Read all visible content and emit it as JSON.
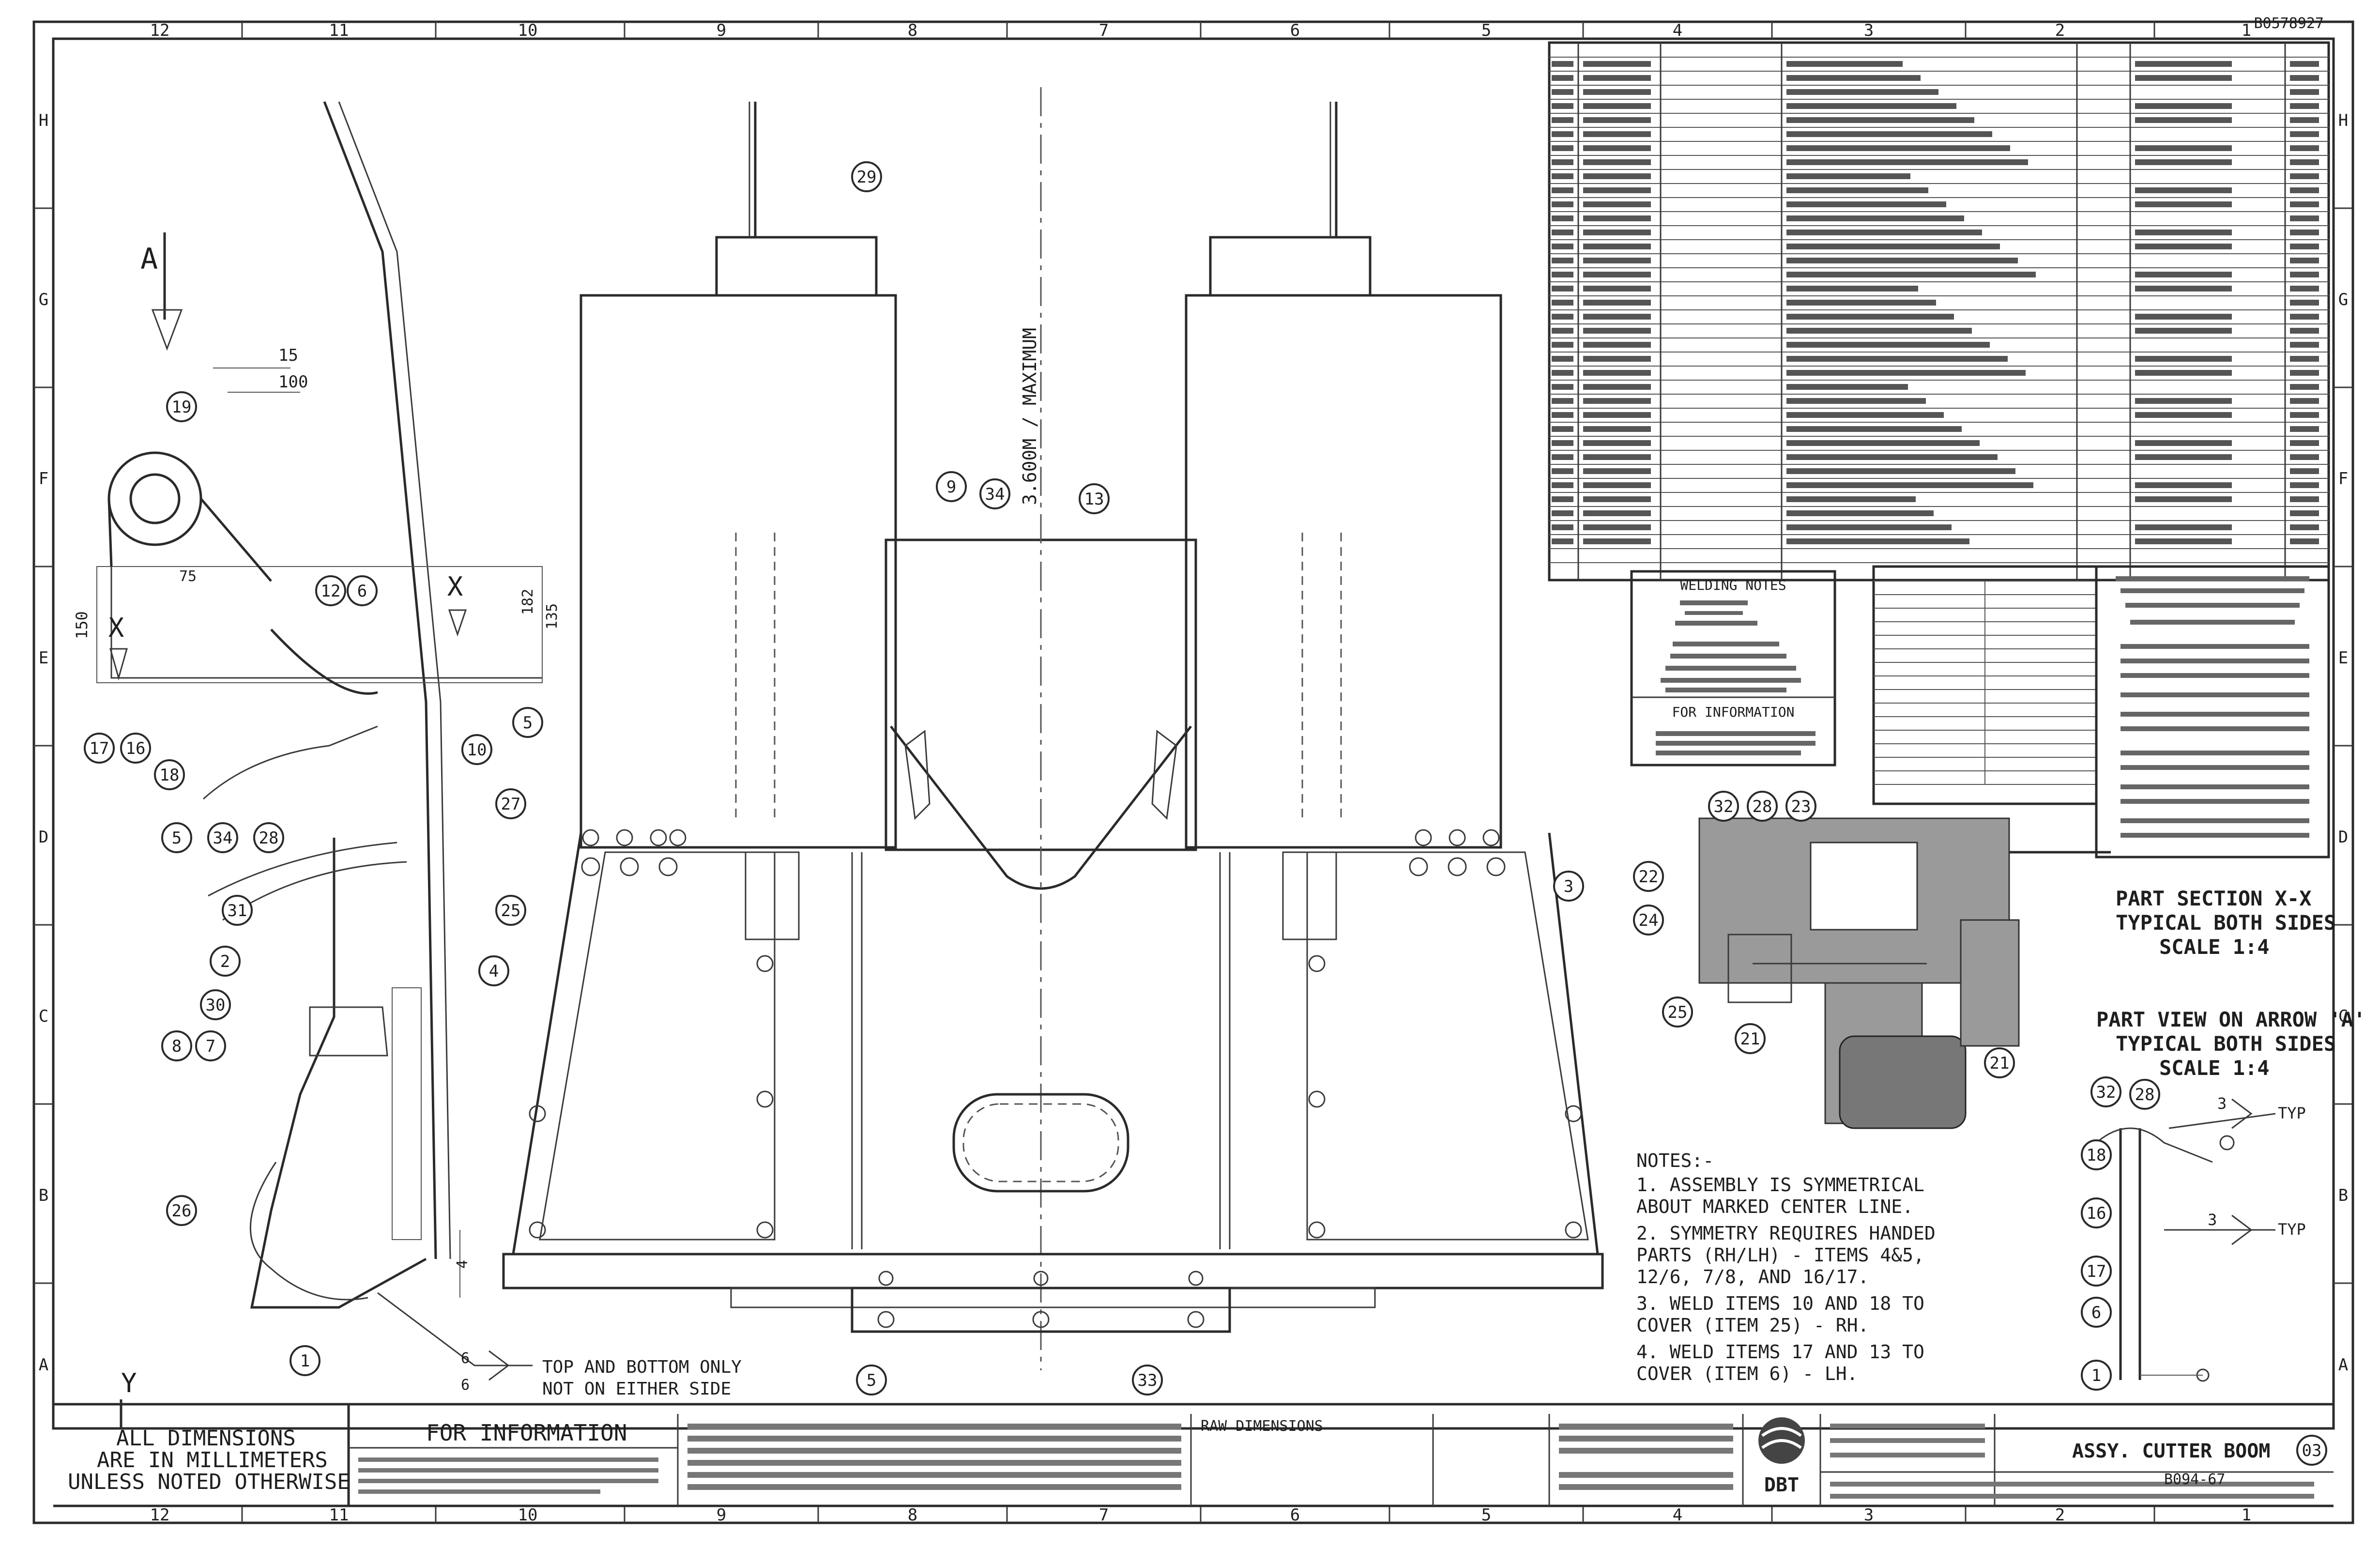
{
  "drawing_number_top": "B0578927",
  "border": {
    "columns_top": [
      "12",
      "11",
      "10",
      "9",
      "8",
      "7",
      "6",
      "5",
      "4",
      "3",
      "2",
      "1"
    ],
    "columns_bottom": [
      "12",
      "11",
      "10",
      "9",
      "8",
      "7",
      "6",
      "5",
      "4",
      "3",
      "2",
      "1"
    ],
    "rows_left": [
      "H",
      "G",
      "F",
      "E",
      "D",
      "C",
      "B",
      "A"
    ],
    "rows_right": [
      "H",
      "G",
      "F",
      "E",
      "D",
      "C",
      "B",
      "A"
    ]
  },
  "balloons": {
    "b29": "29",
    "b19": "19",
    "b12": "12",
    "b6": "6",
    "b17": "17",
    "b16": "16",
    "b18": "18",
    "b10": "10",
    "b5a": "5",
    "b34a": "34",
    "b28": "28",
    "b31": "31",
    "b2": "2",
    "b30": "30",
    "b8": "8",
    "b7": "7",
    "b26": "26",
    "b1": "1",
    "b9": "9",
    "b34b": "34",
    "b13": "13",
    "b5b": "5",
    "b27": "27",
    "b25": "25",
    "b4": "4",
    "b3": "3",
    "b5c": "5",
    "b33": "33",
    "bs32": "32",
    "bs28": "28",
    "bs23": "23",
    "bs22": "22",
    "bs24": "24",
    "bs25": "25",
    "bs21a": "21",
    "bs21b": "21",
    "bv32": "32",
    "bv28": "28",
    "bv18": "18",
    "bv16": "16",
    "bv17": "17",
    "bv6": "6",
    "bv1": "1",
    "bc": "03"
  },
  "view_labels": {
    "arrow_a_top": "A",
    "arrow_a_bot": "A",
    "section_x_left": "X",
    "section_x_right": "X",
    "centerline_text": "3.600M / MAXIMUM",
    "dim_15": "15",
    "dim_100": "100",
    "dim_150": "150",
    "dim_182": "182",
    "dim_75": "75",
    "dim_135": "135",
    "dim_4": "4",
    "weld_note_1": "TOP AND BOTTOM ONLY",
    "weld_note_2": "NOT ON EITHER SIDE",
    "weld_6a": "6",
    "weld_6b": "6",
    "weld_3a": "3",
    "weld_3b": "3",
    "typ_a": "TYP",
    "typ_b": "TYP",
    "y_mark": "Y"
  },
  "section_xx": {
    "line1": "PART SECTION  X-X",
    "line2": "TYPICAL BOTH SIDES",
    "line3": "SCALE  1:4"
  },
  "view_a": {
    "line1": "PART VIEW ON ARROW 'A'",
    "line2": "TYPICAL BOTH SIDES",
    "line3": "SCALE  1:4"
  },
  "notes": {
    "heading": "NOTES:-",
    "items": [
      "1.  ASSEMBLY IS SYMMETRICAL",
      "    ABOUT MARKED CENTER LINE.",
      "2.  SYMMETRY REQUIRES HANDED",
      "    PARTS (RH/LH) - ITEMS 4&5,",
      "    12/6, 7/8, AND 16/17.",
      "3.  WELD ITEMS 10 AND 18 TO",
      "    COVER (ITEM 25) - RH.",
      "4.  WELD ITEMS 17 AND 13 TO",
      "    COVER (ITEM 6) - LH."
    ]
  },
  "welding_notes": {
    "title": "WELDING NOTES",
    "footer": "FOR INFORMATION"
  },
  "title_block": {
    "units_1": "ALL DIMENSIONS",
    "units_2": "ARE IN MILLIMETERS",
    "units_3": "UNLESS NOTED OTHERWISE",
    "for_information": "FOR INFORMATION",
    "title": "ASSY. CUTTER BOOM",
    "company": "DBT",
    "raw_dimensions": "RAW DIMENSIONS",
    "drawing_no": "B094-67"
  }
}
